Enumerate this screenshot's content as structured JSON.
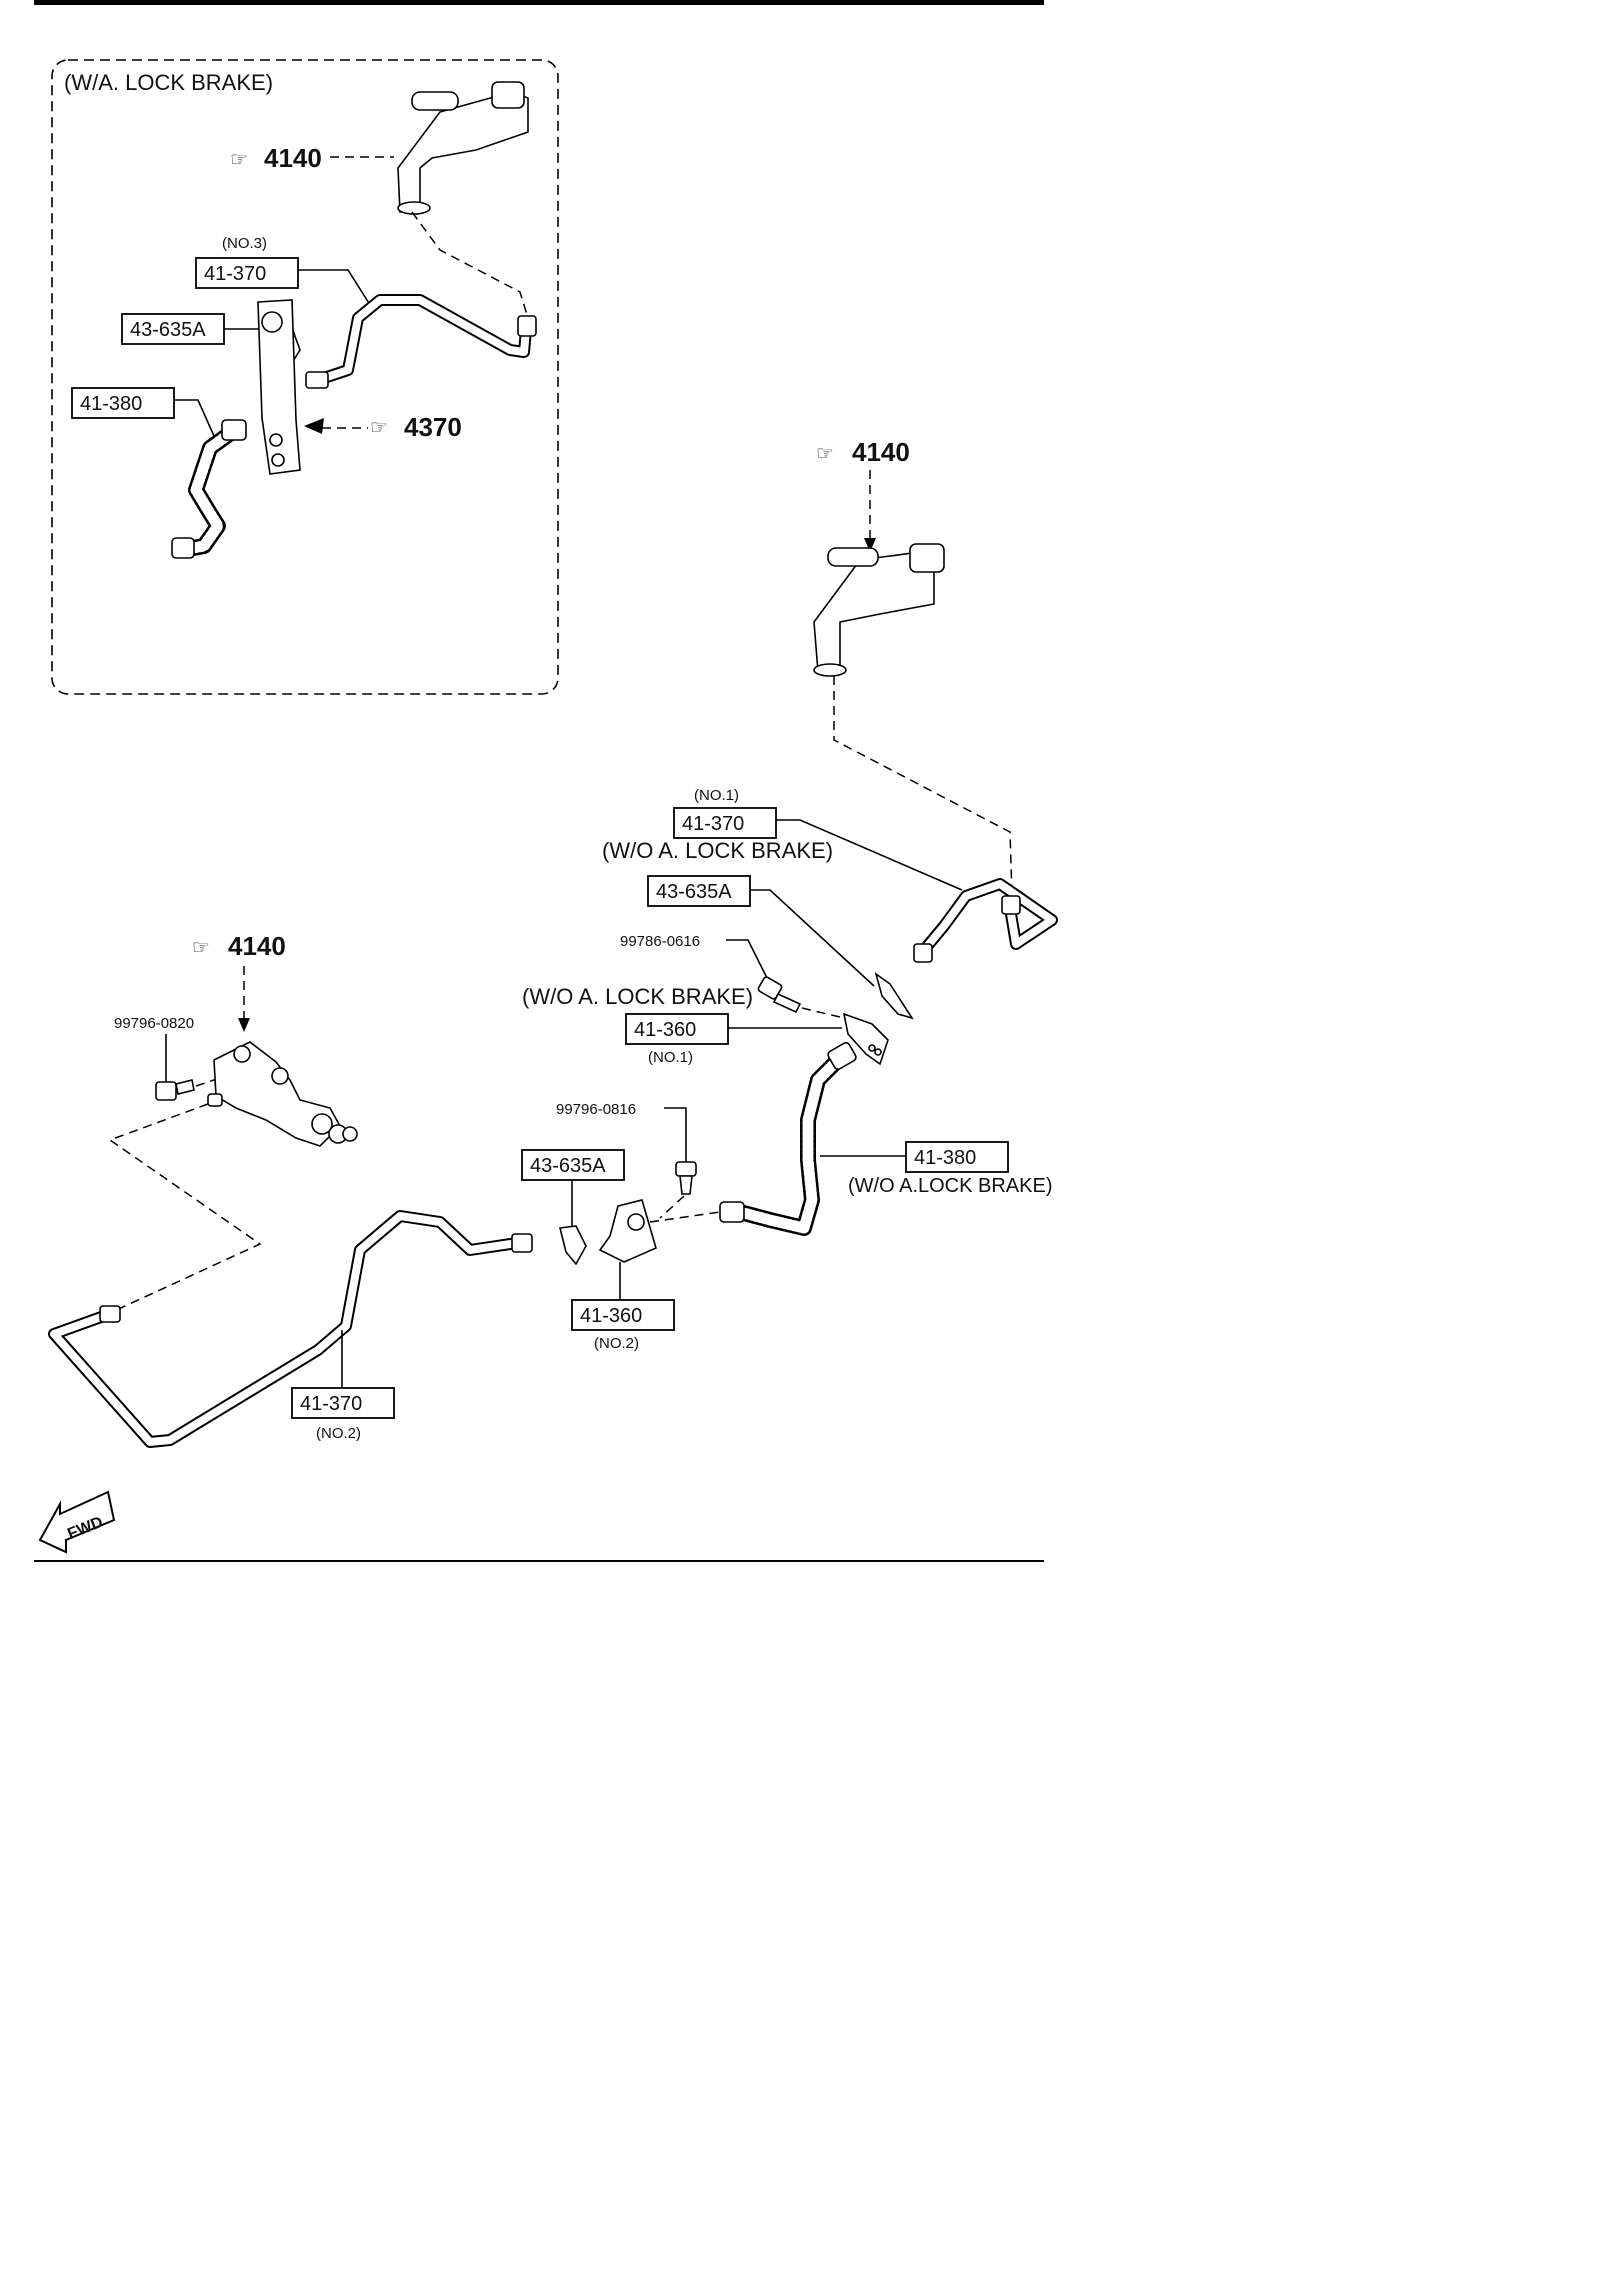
{
  "inset": {
    "title": "(W/A. LOCK BRAKE)"
  },
  "refs": {
    "r4140_inset": "4140",
    "r4370": "4370",
    "r4140_right": "4140",
    "r4140_left": "4140"
  },
  "labels": {
    "no3": "(NO.3)",
    "l41370_no3": "41-370",
    "l43635a_inset": "43-635A",
    "l41380_inset": "41-380",
    "no1_top": "(NO.1)",
    "l41370_no1": "41-370",
    "wo_lock_1": "(W/O A. LOCK BRAKE)",
    "l43635a_right": "43-635A",
    "p99786": "99786-0616",
    "wo_lock_2": "(W/O A. LOCK BRAKE)",
    "l41360_no1": "41-360",
    "no1_bottom": "(NO.1)",
    "p99796_0820": "99796-0820",
    "p99796_0816": "99796-0816",
    "l43635a_mid": "43-635A",
    "l41380_main": "41-380",
    "wo_lock_3": "(W/O A.LOCK BRAKE)",
    "l41360_no2": "41-360",
    "no2_a": "(NO.2)",
    "l41370_no2": "41-370",
    "no2_b": "(NO.2)",
    "fwd": "FWD"
  }
}
